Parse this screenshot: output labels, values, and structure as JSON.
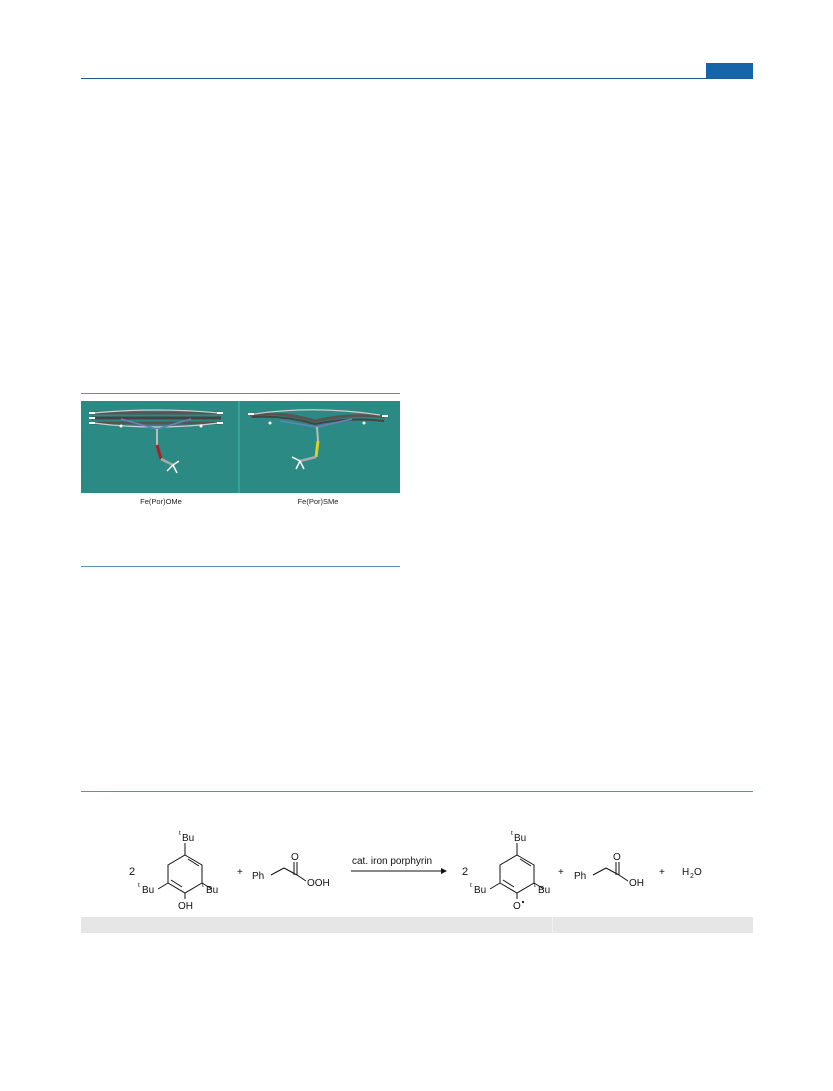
{
  "figure": {
    "label_left": "Fe(Por)OMe",
    "label_right": "Fe(Por)SMe",
    "panel_color": "#2b8a83"
  },
  "scheme": {
    "coef_left": "2",
    "coef_right": "2",
    "plus": "+",
    "arrow_label": "cat. iron porphyrin",
    "phenol": {
      "top": "Bu",
      "left": "Bu",
      "right": "Bu",
      "oh": "OH",
      "t": "t"
    },
    "phenoxyl": {
      "top": "Bu",
      "left": "Bu",
      "right": "Bu",
      "o": "O",
      "t": "t"
    },
    "peracid": {
      "ph": "Ph",
      "o": "O",
      "ooh": "OOH"
    },
    "acid": {
      "ph": "Ph",
      "o": "O",
      "oh": "OH"
    },
    "water": {
      "h": "H",
      "sub": "2",
      "o": "O"
    }
  },
  "colors": {
    "accent": "#1565a8",
    "rule": "#5b8fb3",
    "bar": "#e6e6e6"
  }
}
